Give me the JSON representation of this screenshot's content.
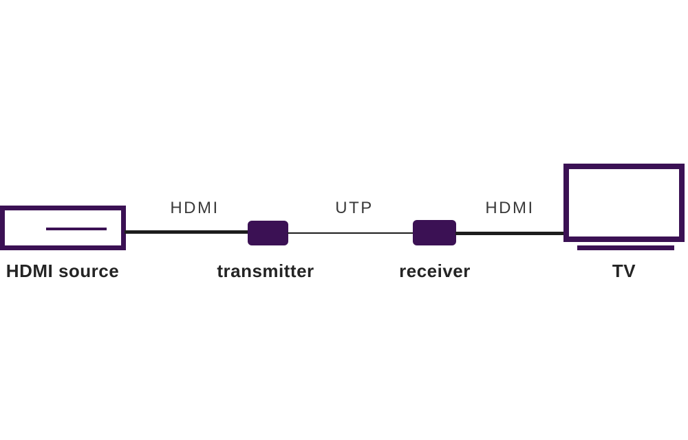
{
  "diagram": {
    "type": "signal-chain",
    "nodes": {
      "source": {
        "label": "HDMI source"
      },
      "transmitter": {
        "label": "transmitter"
      },
      "receiver": {
        "label": "receiver"
      },
      "tv": {
        "label": "TV"
      }
    },
    "links": {
      "source_to_transmitter": {
        "label": "HDMI"
      },
      "transmitter_to_receiver": {
        "label": "UTP"
      },
      "receiver_to_tv": {
        "label": "HDMI"
      }
    },
    "colors": {
      "purple": "#3b1154",
      "line": "#1d1d1d",
      "node_text": "#242424",
      "link_text": "#3a3a3a",
      "bg": "#ffffff"
    }
  }
}
